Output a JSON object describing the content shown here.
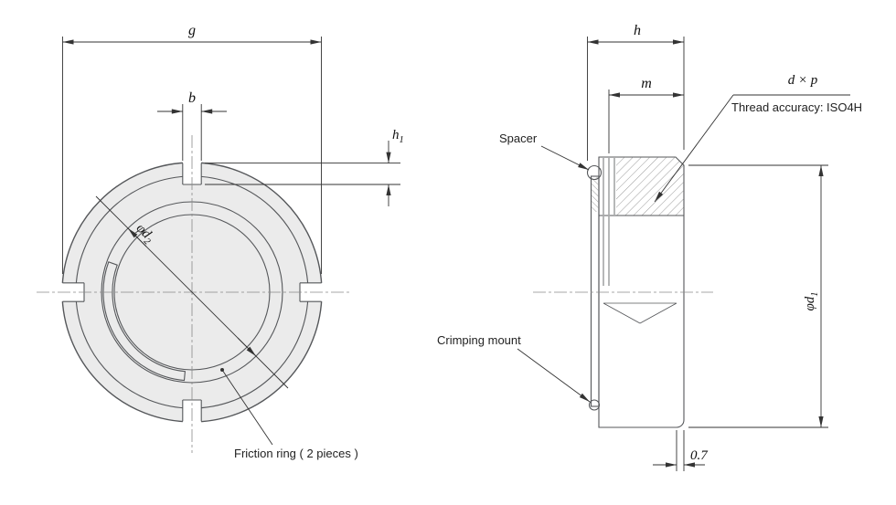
{
  "front_view": {
    "dim_g": "g",
    "dim_b": "b",
    "dim_h1": {
      "base": "h",
      "sub": "1"
    },
    "dim_d2": {
      "prefix": "φ",
      "base": "d",
      "sub": "2"
    },
    "friction_ring_label": "Friction ring ( 2 pieces )"
  },
  "side_view": {
    "dim_h": "h",
    "dim_m": "m",
    "dim_thread": "d × p",
    "thread_accuracy_label": "Thread accuracy: ISO4H",
    "spacer_label": "Spacer",
    "crimping_label": "Crimping mount",
    "dim_d1": {
      "prefix": "φ",
      "base": "d",
      "sub": "1"
    },
    "dim_face_offset": "0.7"
  },
  "colors": {
    "body_fill": "#ebebeb",
    "outline": "#55575a",
    "dimension": "#333333",
    "centerline": "#8a8a8a"
  }
}
